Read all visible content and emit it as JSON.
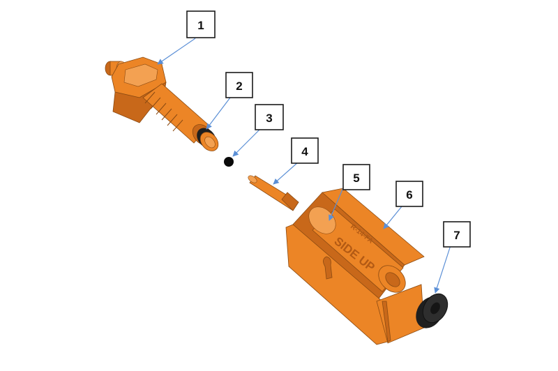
{
  "callouts": [
    {
      "number": "1"
    },
    {
      "number": "2"
    },
    {
      "number": "3"
    },
    {
      "number": "4"
    },
    {
      "number": "5"
    },
    {
      "number": "6"
    },
    {
      "number": "7"
    }
  ],
  "housing_engraving": {
    "main": "SIDE UP",
    "secondary": "R-14-FA"
  },
  "colors": {
    "part_orange": "#ec8526",
    "gasket_black": "#1f1f1f",
    "leader_blue": "#5b8fd6"
  }
}
